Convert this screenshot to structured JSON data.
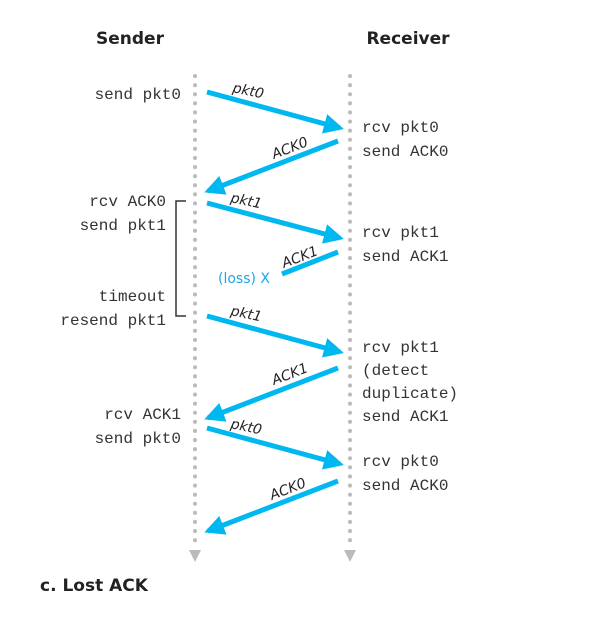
{
  "headers": {
    "sender": "Sender",
    "receiver": "Receiver"
  },
  "sender_events": [
    "send pkt0",
    "rcv ACK0",
    "send pkt1",
    "timeout",
    "resend pkt1",
    "rcv ACK1",
    "send pkt0"
  ],
  "receiver_events": [
    "rcv pkt0",
    "send ACK0",
    "rcv pkt1",
    "send ACK1",
    "rcv pkt1",
    "(detect",
    "duplicate)",
    "send ACK1",
    "rcv pkt0",
    "send ACK0"
  ],
  "messages": [
    "pkt0",
    "ACK0",
    "pkt1",
    "ACK1",
    "pkt1",
    "ACK1",
    "pkt0",
    "ACK0"
  ],
  "loss_label": "(loss) X",
  "caption": "c. Lost ACK",
  "colors": {
    "arrow": "#00b8f0",
    "loss": "#1ba9e6",
    "timeline": "#bbbbbb"
  }
}
